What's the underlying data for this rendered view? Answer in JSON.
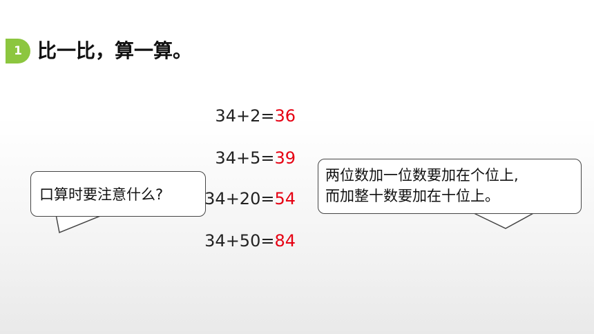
{
  "header": {
    "badge": "1",
    "title": "比一比，算一算。"
  },
  "equations": [
    {
      "expr": "34+2=",
      "answer": "36"
    },
    {
      "expr": "34+5=",
      "answer": "39"
    },
    {
      "expr": "34+20=",
      "answer": "54"
    },
    {
      "expr": "34+50=",
      "answer": "84"
    }
  ],
  "bubbles": {
    "question": "口算时要注意什么?",
    "answer_line1": "两位数加一位数要加在个位上,",
    "answer_line2": "而加整十数要加在十位上。"
  },
  "colors": {
    "accent": "#8cc63f",
    "answer": "#e60012"
  }
}
